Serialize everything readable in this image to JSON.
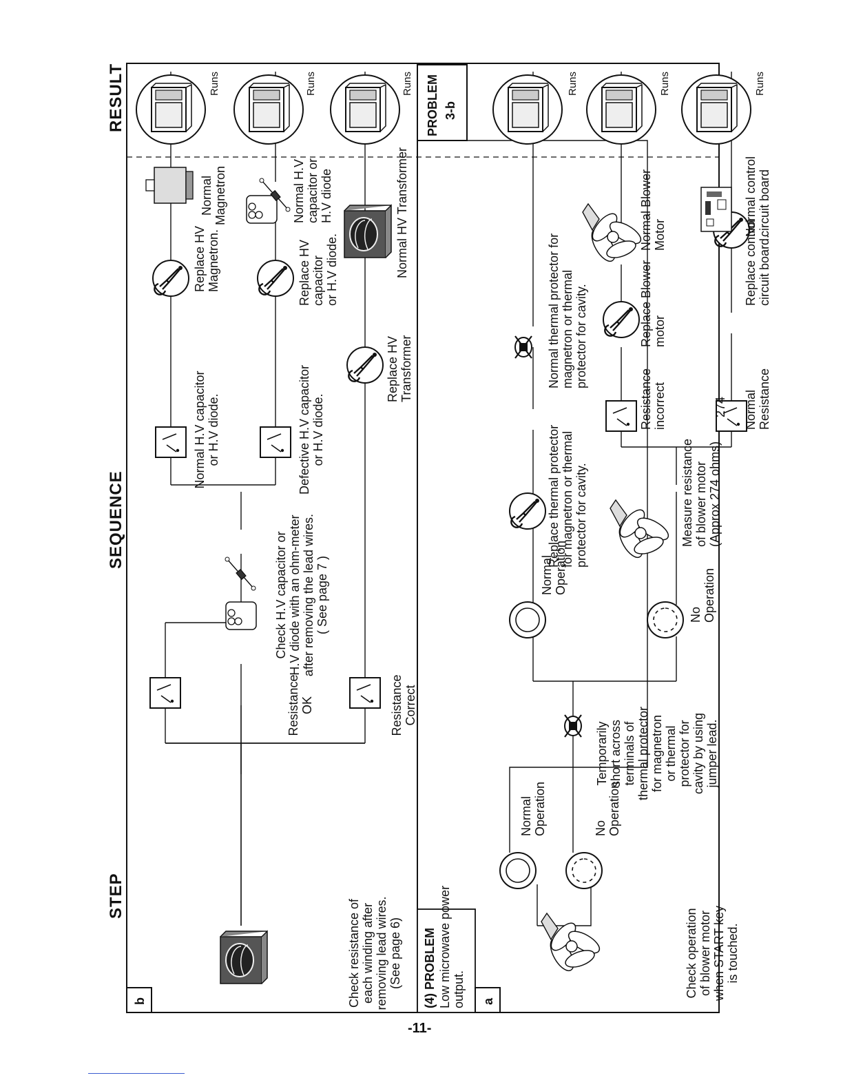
{
  "headers": {
    "step": "STEP",
    "sequence": "SEQUENCE",
    "result": "RESULT"
  },
  "page_number": "-11-",
  "section_b": {
    "badge": "b",
    "start": [
      "Check resistance of",
      "each winding after",
      "removing lead wires.",
      "(See page 6)"
    ],
    "resistance_ok": [
      "Resistance",
      "OK"
    ],
    "resistance_correct": [
      "Resistance",
      "Correct"
    ],
    "check_capacitor": [
      "Check H.V capacitor or",
      "H.V diode with an ohm-meter",
      "after removing the lead wires.",
      "( See page 7 )"
    ],
    "normal_hv": [
      "Normal H.V capacitor",
      "or H.V diode."
    ],
    "defective_hv": [
      "Defective H.V capacitor",
      "or H.V diode."
    ],
    "replace_magnetron": [
      "Replace HV",
      "Magnetron."
    ],
    "replace_capacitor": [
      "Replace HV",
      "capacitor",
      "or H.V diode."
    ],
    "replace_transformer": [
      "Replace HV",
      "Transformer"
    ],
    "normal_magnetron": [
      "Normal",
      "Magnetron"
    ],
    "normal_capacitor": [
      "Normal H.V",
      "capacitor or",
      "H.V diode"
    ],
    "normal_transformer": [
      "Normal HV Transformer"
    ],
    "runs": "Runs"
  },
  "section_a": {
    "problem_title": "(4) PROBLEM",
    "problem_desc": [
      "Low microwave power",
      "output."
    ],
    "badge": "a",
    "ref_box": [
      "PROBLEM",
      "3-b"
    ],
    "start": [
      "Check operation",
      "of blower motor",
      "when START key",
      "is touched."
    ],
    "normal_op": [
      "Normal",
      "Operation"
    ],
    "no_op": [
      "No",
      "Operation"
    ],
    "temporarily": [
      "Temporarily",
      "short across",
      "terminals of",
      "thermal protector",
      "for magnetron",
      "or thermal",
      "protector for",
      "cavity by using",
      "jumper lead."
    ],
    "normal_op2": [
      "Normal",
      "Operation"
    ],
    "no_op2": [
      "No",
      "Operation"
    ],
    "replace_thermal": [
      "Replace thermal protector",
      "for magnetron or thermal",
      "protector for cavity."
    ],
    "normal_thermal": [
      "Normal thermal protector for",
      "magnetron or thermal",
      "protector for cavity."
    ],
    "measure": [
      "Measure resistance",
      "of blower motor",
      "(Approx 274 ohms)"
    ],
    "resistance_incorrect": [
      "Resistance",
      "incorrect"
    ],
    "normal_resistance": [
      "Normal",
      "Resistance"
    ],
    "replace_blower": [
      "Replace Blower",
      "motor"
    ],
    "replace_control": [
      "Replace control",
      "circuit board."
    ],
    "normal_blower": [
      "Normal Blower",
      "Motor"
    ],
    "normal_control": [
      "Normal control",
      "circuit board"
    ],
    "meter_value": "274",
    "runs": "Runs"
  }
}
